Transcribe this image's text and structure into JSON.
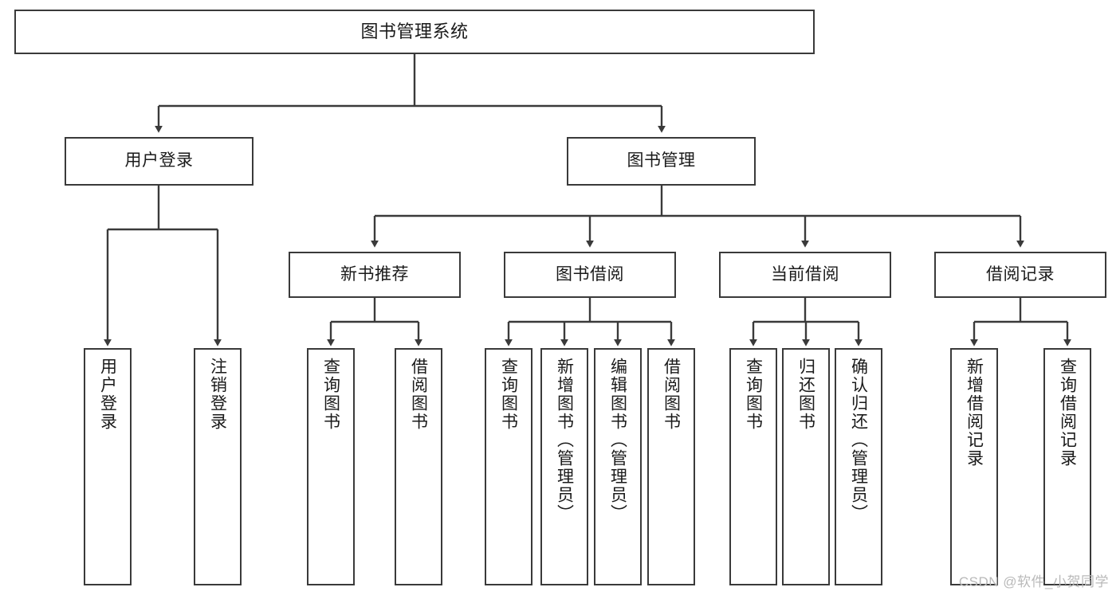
{
  "diagram": {
    "title": "图书管理系统",
    "type": "hierarchy-tree",
    "colors": {
      "box_border": "#3a3a3a",
      "box_fill": "#ffffff",
      "edge": "#3a3a3a",
      "text": "#1a1a1a",
      "watermark": "#b9b9b9",
      "background": "#ffffff"
    },
    "root": {
      "label": "图书管理系统"
    },
    "level2": [
      {
        "label": "用户登录"
      },
      {
        "label": "图书管理"
      }
    ],
    "level3": [
      {
        "label": "新书推荐"
      },
      {
        "label": "图书借阅"
      },
      {
        "label": "当前借阅"
      },
      {
        "label": "借阅记录"
      }
    ],
    "leaves": [
      {
        "label": "用户登录"
      },
      {
        "label": "注销登录"
      },
      {
        "label": "查询图书"
      },
      {
        "label": "借阅图书"
      },
      {
        "label": "查询图书"
      },
      {
        "label": "新增图书（管理员）"
      },
      {
        "label": "编辑图书（管理员）"
      },
      {
        "label": "借阅图书"
      },
      {
        "label": "查询图书"
      },
      {
        "label": "归还图书"
      },
      {
        "label": "确认归还（管理员）"
      },
      {
        "label": "新增借阅记录"
      },
      {
        "label": "查询借阅记录"
      }
    ]
  },
  "watermark": {
    "text": "CSDN @软件_小贺同学"
  }
}
